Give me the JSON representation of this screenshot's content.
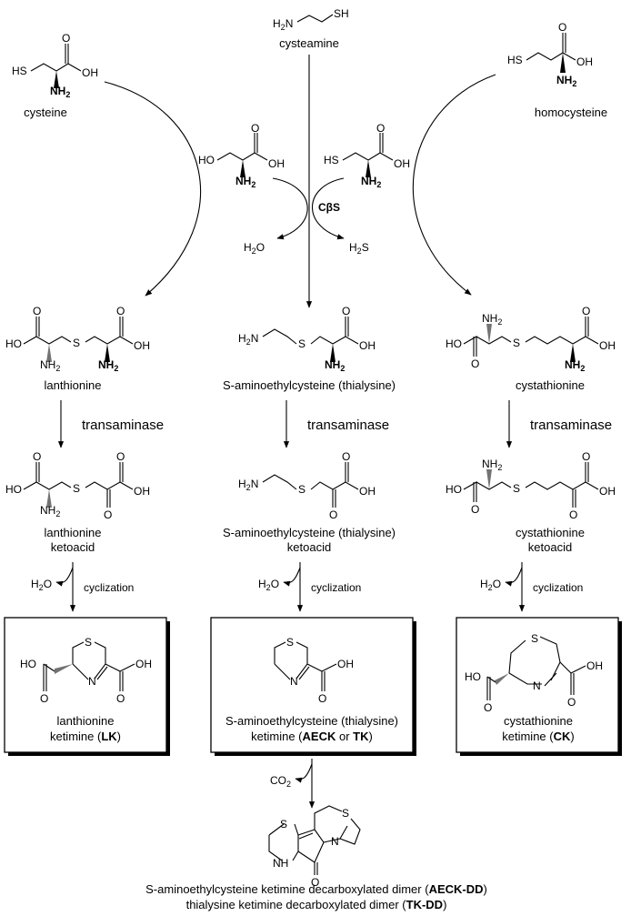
{
  "compounds": {
    "cysteamine": "cysteamine",
    "cysteine": "cysteine",
    "homocysteine": "homocysteine",
    "lanthionine": "lanthionine",
    "thialysine": "S-aminoethylcysteine (thialysine)",
    "cystathionine": "cystathionine",
    "lanthionine_keto_1": "lanthionine",
    "lanthionine_keto_2": "ketoacid",
    "thialysine_keto_1": "S-aminoethylcysteine (thialysine)",
    "thialysine_keto_2": "ketoacid",
    "cystathionine_keto_1": "cystathionine",
    "cystathionine_keto_2": "ketoacid",
    "lk_1": "lanthionine",
    "lk_2_pre": "ketimine (",
    "lk_2_bold": "LK",
    "lk_2_post": ")",
    "aeck_1": "S-aminoethylcysteine (thialysine)",
    "aeck_2_pre": "ketimine (",
    "aeck_2_bold1": "AECK",
    "aeck_2_mid": " or ",
    "aeck_2_bold2": "TK",
    "aeck_2_post": ")",
    "ck_1": "cystathionine",
    "ck_2_pre": "ketimine (",
    "ck_2_bold": "CK",
    "ck_2_post": ")",
    "dimer_1_pre": "S-aminoethylcysteine ketimine decarboxylated dimer (",
    "dimer_1_bold": "AECK-DD",
    "dimer_1_post": ")",
    "dimer_2_pre": "thialysine ketimine decarboxylated dimer (",
    "dimer_2_bold": "TK-DD",
    "dimer_2_post": ")"
  },
  "enzymes": {
    "cbs": "CβS",
    "transaminase": "transaminase",
    "cyclization": "cyclization"
  },
  "byproducts": {
    "h2o": "H2O",
    "h2s": "H2S",
    "co2": "CO2"
  },
  "atoms": {
    "oh": "OH",
    "ho": "HO",
    "o": "O",
    "s": "S",
    "hs": "HS",
    "n": "N",
    "nh": "NH",
    "h": "H",
    "nh2": "NH",
    "h2n": "H2N",
    "sub2": "2"
  }
}
